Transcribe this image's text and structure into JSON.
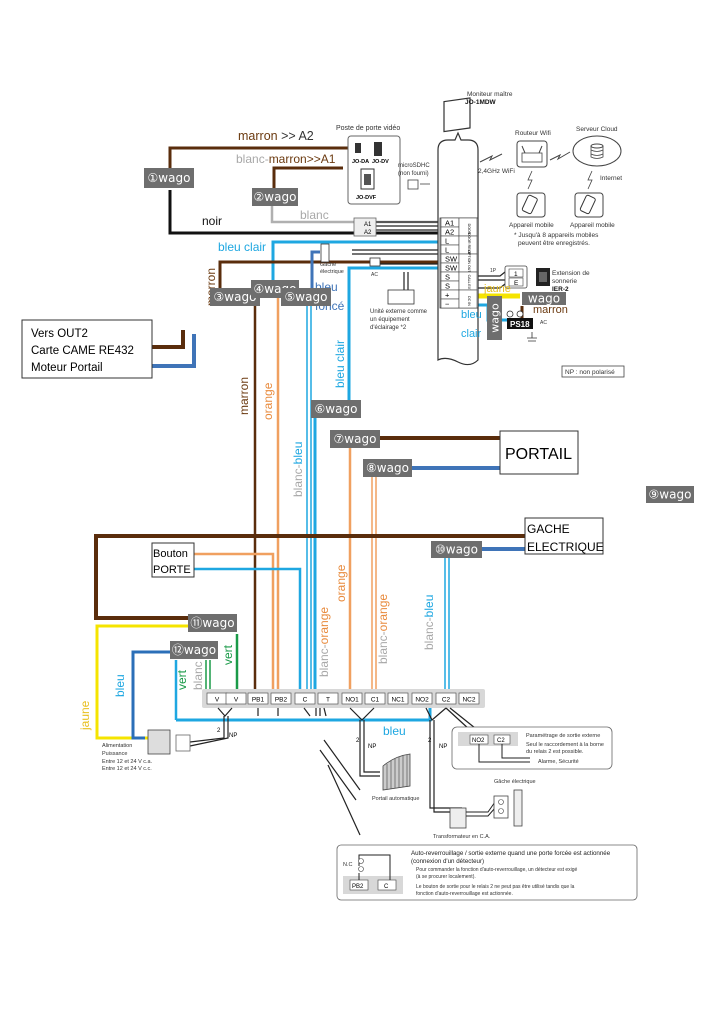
{
  "colors": {
    "marron": "#5a2d0c",
    "noir": "#111111",
    "blanc": "#b0b0b0",
    "bleu_clair": "#1ea7e1",
    "bleu_fonce": "#3f74b8",
    "orange": "#f0a060",
    "jaune": "#f5e400",
    "vert": "#1a9a48",
    "wago_bg": "#6e6e6e",
    "label_marron": "#6b3a10",
    "label_orange": "#e88a3c",
    "label_jaune": "#e8c020",
    "label_gray": "#a8a8a8"
  },
  "wagos": [
    {
      "id": "1",
      "label": "①wago"
    },
    {
      "id": "2",
      "label": "②wago"
    },
    {
      "id": "3",
      "label": "③wago"
    },
    {
      "id": "4",
      "label": "④wago"
    },
    {
      "id": "5",
      "label": "⑤wago"
    },
    {
      "id": "6",
      "label": "⑥wago"
    },
    {
      "id": "7",
      "label": "⑦wago"
    },
    {
      "id": "8",
      "label": "⑧wago"
    },
    {
      "id": "9",
      "label": "⑨wago"
    },
    {
      "id": "10",
      "label": "⑩wago"
    },
    {
      "id": "11",
      "label": "⑪wago"
    },
    {
      "id": "12",
      "label": "⑫wago"
    },
    {
      "id": "ier",
      "label": "wago"
    },
    {
      "id": "ps",
      "label": "wago"
    }
  ],
  "wire_labels": {
    "marron_a2_a": "marron",
    "marron_a2_b": " >> A2",
    "blanc_marron_a": "blanc-",
    "blanc_marron_b": "marron>>A1",
    "blanc": "blanc",
    "noir": "noir",
    "bleu_clair_top": "bleu clair",
    "marron_left": "marron",
    "bleu_fonce_1": "bleu",
    "bleu_fonce_2": "foncé",
    "bleu_clair_vert": "bleu clair",
    "marron_vert": "marron",
    "orange_vert": "orange",
    "blanc_bleu_a": "blanc-",
    "blanc_bleu_b": "bleu",
    "orange_vert2": "orange",
    "blanc_orange_a": "blanc-",
    "blanc_orange_b": "orange",
    "blanc_orange2_a": "blanc-",
    "blanc_orange2_b": "orange",
    "blanc_bleu2_a": "blanc-",
    "blanc_bleu2_b": "bleu",
    "vert1": "vert",
    "vert2": "vert",
    "blanc_small": "blanc",
    "bleu_left": "bleu",
    "jaune_left": "jaune",
    "bleu_bottom": "bleu",
    "jaune_right": "jaune",
    "bleu_ps_1": "bleu",
    "bleu_ps_2": "clair",
    "marron_ps": "marron"
  },
  "boxes": {
    "came": [
      "Vers OUT2",
      "Carte CAME RE432",
      "Moteur Portail"
    ],
    "portail": "PORTAIL",
    "gache": [
      "GACHE",
      "ELECTRIQUE"
    ],
    "bouton": [
      "Bouton",
      "PORTE"
    ]
  },
  "devices": {
    "poste_title": "Poste de porte vidéo",
    "jo_da": "JO-DA",
    "jo_dv": "JO-DV",
    "jo_dvf": "JO-DVF",
    "moniteur_title": "Moniteur maître",
    "moniteur_model": "JO-1MDW",
    "microsd_1": "microSDHC",
    "microsd_2": "(non fourni)",
    "wifi_label": "2,4GHz WiFi",
    "routeur": "Routeur Wifi",
    "cloud": "Serveur Cloud",
    "internet": "Internet",
    "mobile_1": "Appareil mobile",
    "mobile_2": "Appareil mobile",
    "mobiles_note_1": "* Jusqu'à 8 appareils mobiles",
    "mobiles_note_2": "peuvent être enregistrés.",
    "gache_small_1": "Gâche",
    "gache_small_2": "électrique",
    "ac": "AC",
    "unite_1": "Unité externe comme",
    "unite_2": "un équipement",
    "unite_3": "d'éclairage *2",
    "ext_1": "Extension de",
    "ext_2": "sonnerie",
    "ext_3": "IER-2",
    "ps18": "PS18",
    "ps_ac": "AC",
    "np_note": "NP : non polarisé",
    "onep": "1P",
    "np": "NP"
  },
  "monitor_terminals": [
    {
      "label": "A1",
      "group": "DOOR"
    },
    {
      "label": "A2",
      "group": "DOOR"
    },
    {
      "label": "L",
      "group": "DOOR RELEASE"
    },
    {
      "label": "L",
      "group": "DOOR RELEASE"
    },
    {
      "label": "SW",
      "group": "OPTION OUTPUT"
    },
    {
      "label": "SW",
      "group": "OPTION OUTPUT"
    },
    {
      "label": "S",
      "group": "CALL EXT"
    },
    {
      "label": "S",
      "group": "CALL EXT"
    },
    {
      "label": "+",
      "group": "DC IN"
    },
    {
      "label": "−",
      "group": "DC IN"
    }
  ],
  "ier_terminals": [
    "1",
    "E"
  ],
  "relay_terminals": [
    "V",
    "V",
    "PB1",
    "PB2",
    "C",
    "T",
    "NO1",
    "C1",
    "NC1",
    "NO2",
    "C2",
    "NC2"
  ],
  "bottom": {
    "alim_1": "Alimentation",
    "alim_2": "Puissance",
    "alim_3": "Entre 12 et 24 V c.a.",
    "alim_4": "Entre 12 et 24 V c.c.",
    "two": "2",
    "np": "NP",
    "portail_auto": "Portail automatique",
    "transfo": "Transformateur en C.A.",
    "gache_elec": "Gâche électrique",
    "param_title": "Paramétrage de sortie externe",
    "param_1": "Seul le raccordement à la borne",
    "param_2": "du relais 2 est possible.",
    "param_3": "Alarme, Sécurité",
    "param_no2": "NO2",
    "param_c2": "C2",
    "auto_title_1": "Auto-reverrouillage / sortie externe quand une porte forcée est actionnée",
    "auto_title_2": "(connexion d'un détecteur)",
    "auto_line_1": "Pour commander la fonction d'auto-reverrouillage, un détecteur est exigé",
    "auto_line_2": "(à se procurer localement).",
    "auto_line_3": "Le bouton de sortie pour le relais 2 ne peut pas être utilisé tandis que la",
    "auto_line_4": "fonction d'auto-reverrouillage est actionnée.",
    "nc": "N.C",
    "pb2": "PB2",
    "c": "C"
  }
}
